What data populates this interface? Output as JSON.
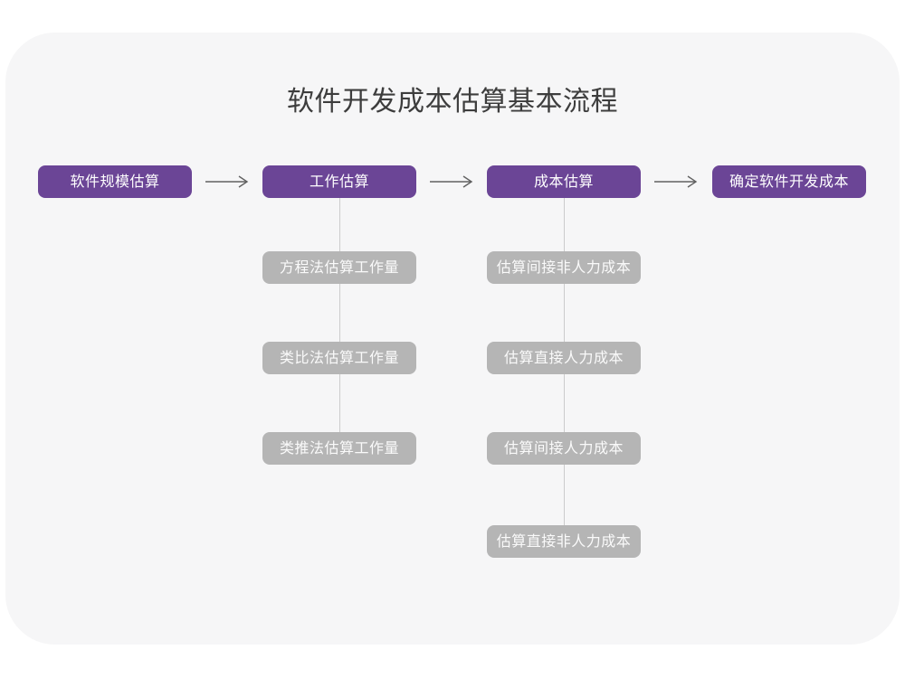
{
  "title": "软件开发成本估算基本流程",
  "flow": {
    "steps": [
      {
        "label": "软件规模估算",
        "substeps": []
      },
      {
        "label": "工作估算",
        "substeps": [
          "方程法估算工作量",
          "类比法估算工作量",
          "类推法估算工作量"
        ]
      },
      {
        "label": "成本估算",
        "substeps": [
          "估算间接非人力成本",
          "估算直接人力成本",
          "估算间接人力成本",
          "估算直接非人力成本"
        ]
      },
      {
        "label": "确定软件开发成本",
        "substeps": []
      }
    ]
  },
  "colors": {
    "page_background": "#ffffff",
    "card_background": "#f6f6f7",
    "primary_node": "#6b4596",
    "sub_node": "#b5b5b5",
    "node_text": "#ffffff",
    "title_text": "#3d3d3d",
    "arrow": "#606060",
    "connector": "#cccccc"
  }
}
